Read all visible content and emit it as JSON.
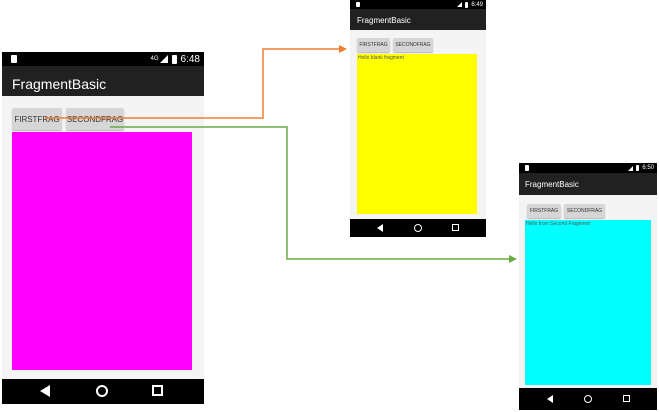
{
  "app_title": "FragmentBasic",
  "buttons": {
    "first": "FIRSTFRAG",
    "second": "SECONDFRAG"
  },
  "screens": {
    "main": {
      "time": "6:48",
      "signal": "4G",
      "fragment_color": "#ff00ff",
      "fragment_text": ""
    },
    "first": {
      "time": "6:49",
      "fragment_color": "#ffff00",
      "fragment_text": "Hello blank fragment"
    },
    "second": {
      "time": "6:50",
      "fragment_color": "#00ffff",
      "fragment_text": "Hello from Second Fragment"
    }
  },
  "arrows": {
    "first_color": "#f07f2f",
    "second_color": "#6aab44"
  },
  "icons": [
    "sim-card-icon",
    "signal-icon",
    "battery-icon",
    "back-icon",
    "home-icon",
    "recents-icon"
  ]
}
